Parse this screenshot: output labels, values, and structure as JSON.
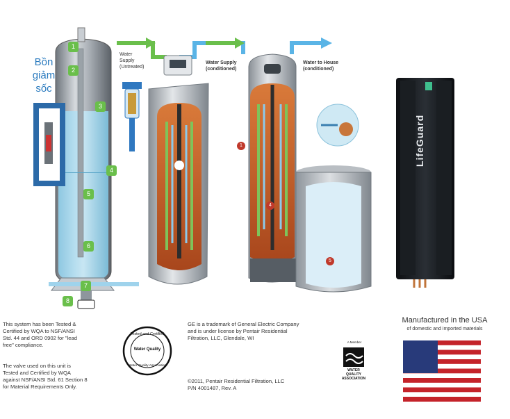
{
  "pressure_tank": {
    "title_lines": [
      "Bồn",
      "giảm",
      "sốc"
    ],
    "badges": [
      "1",
      "2",
      "3",
      "4",
      "5",
      "6",
      "7",
      "8"
    ]
  },
  "flow": {
    "supply_untreated": "Water\nSupply\n(Untreated)",
    "supply_conditioned": "Water Supply\n(conditioned)",
    "to_house": "Water to House\n(conditioned)"
  },
  "softener_badges": [
    "1",
    "4",
    "5"
  ],
  "lifeguard_label": "LifeGuard",
  "nsf_text_1": "This system has been Tested &\nCertified by WQA to NSF/ANSI\nStd. 44 and ORD 0902 for \"lead\nfree\" compliance.",
  "nsf_text_2": "The valve used on this unit is\nTested and Certified by WQA\nagainst NSF/ANSI Std. 61 Section 8\nfor Material Requirements Only.",
  "seal": {
    "top": "Tested and Certified",
    "middle": "Water Quality",
    "bottom": "Water Quality Association"
  },
  "ge_trademark": "GE is a trademark of General Electric Company\nand is under license by Pentair Residential\nFiltration, LLC, Glendale, WI",
  "copyright": "©2011, Pentair Residential Filtration, LLC\nP/N 4001487, Rev. A",
  "wqa_logo": {
    "top": "A Member",
    "bottom": "WATER\nQUALITY\nASSOCIATION"
  },
  "manufactured": {
    "title": "Manufactured in the USA",
    "subtitle": "of domestic and imported materials"
  },
  "colors": {
    "badge_green": "#6abf4b",
    "flow_green": "#6abf4b",
    "flow_blue": "#5ab4e6",
    "tank_title_blue": "#2b7bbf",
    "resin_orange": "#c0602a"
  }
}
